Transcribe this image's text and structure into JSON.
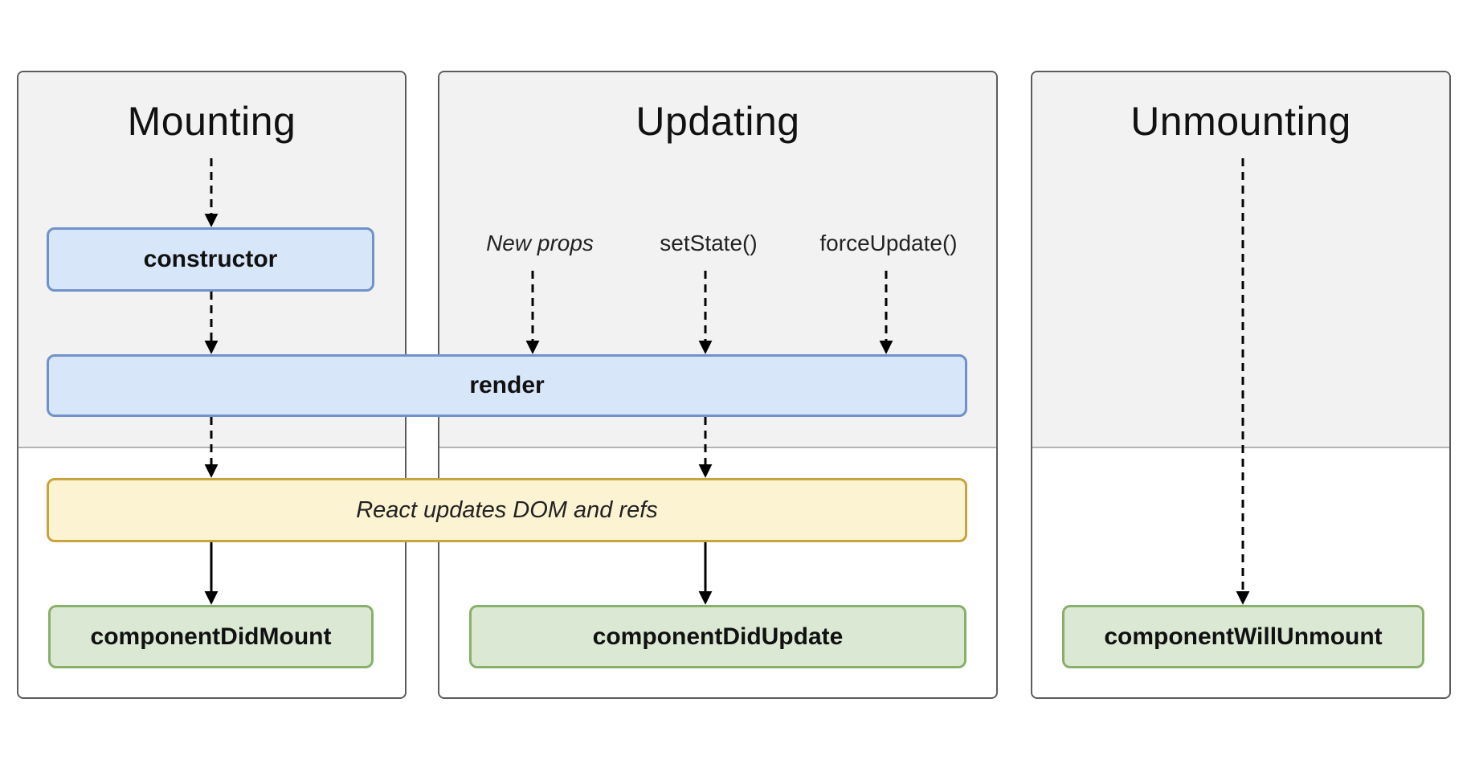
{
  "diagram": {
    "columns": [
      {
        "title": "Mounting"
      },
      {
        "title": "Updating"
      },
      {
        "title": "Unmounting"
      }
    ],
    "triggers": [
      {
        "label": "New props"
      },
      {
        "label": "setState()"
      },
      {
        "label": "forceUpdate()"
      }
    ],
    "boxes": {
      "constructor": {
        "label": "constructor"
      },
      "render": {
        "label": "render"
      },
      "react_updates": {
        "label": "React updates DOM and refs"
      },
      "component_did_mount": {
        "label": "componentDidMount"
      },
      "component_did_update": {
        "label": "componentDidUpdate"
      },
      "component_will_unmount": {
        "label": "componentWillUnmount"
      }
    },
    "colors": {
      "panel-border": "#5c5c5c",
      "panel-top-bg": "#f2f2f2",
      "panel-bottom-bg": "#ffffff",
      "section-divider": "#b3b3b3",
      "blue-fill": "#d8e6fa",
      "blue-border": "#6f92c9",
      "yellow-fill": "#fcf3d3",
      "yellow-border": "#c8a43e",
      "green-fill": "#dbe9d4",
      "green-border": "#87b169",
      "arrow": "#000000",
      "text": "#111111"
    }
  }
}
